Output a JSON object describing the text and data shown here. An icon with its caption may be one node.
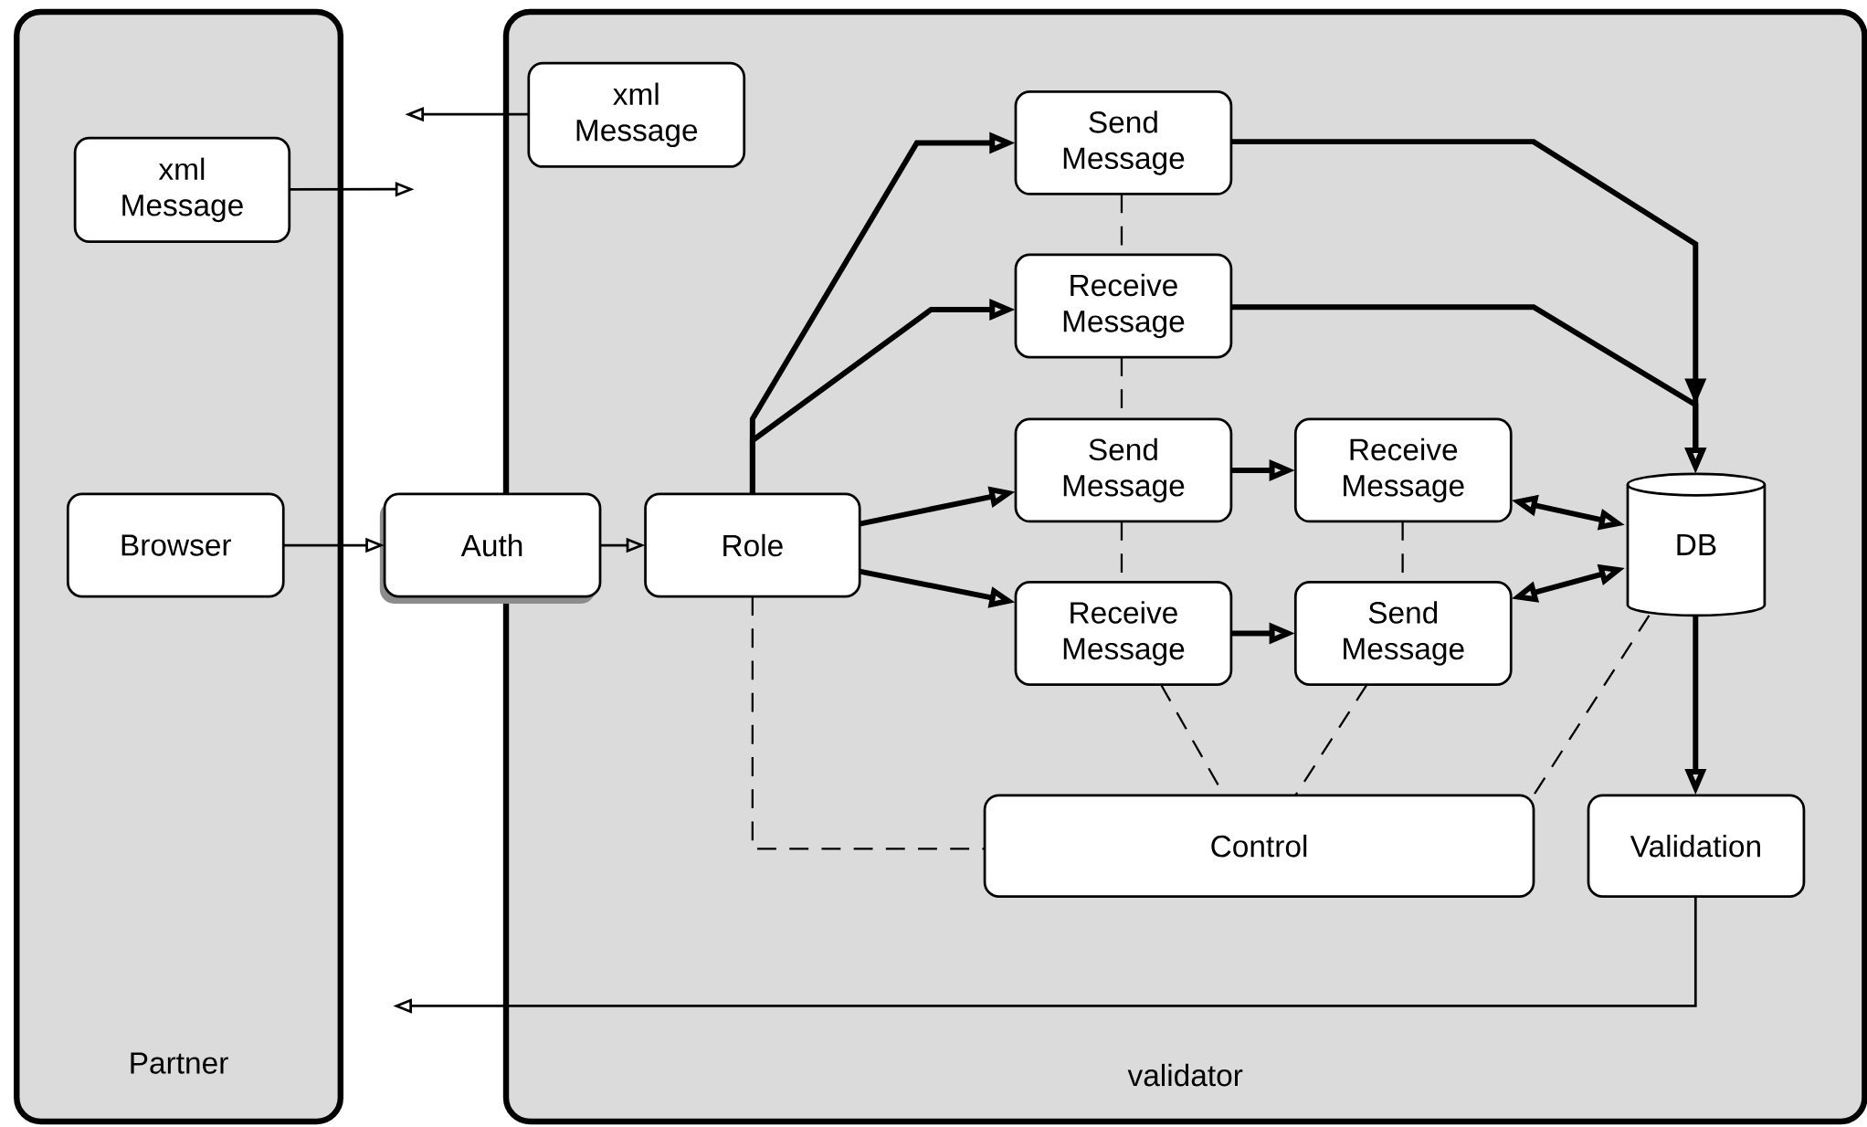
{
  "diagram": {
    "nodes": [
      {
        "text": [
          "Partner"
        ]
      },
      {
        "text": [
          "validator"
        ]
      },
      {
        "text": [
          "xml Message"
        ],
        "in": 0
      },
      {
        "text": [
          "Browser"
        ],
        "in": 0
      },
      {
        "text": [
          "xml Message"
        ],
        "in": 1
      },
      {
        "text": [
          "Auth"
        ]
      },
      {
        "text": [
          "Role"
        ],
        "in": 1
      },
      {
        "text": [
          "Send Message"
        ],
        "in": 1
      },
      {
        "text": [
          "Receive Message"
        ],
        "in": 1
      },
      {
        "text": [
          "Send Message"
        ],
        "in": 1
      },
      {
        "text": [
          "Receive Message"
        ],
        "in": 1
      },
      {
        "text": [
          "Receive Message"
        ],
        "in": 1
      },
      {
        "text": [
          "Send Message"
        ],
        "in": 1
      },
      {
        "text": [
          "DB"
        ],
        "in": 1
      },
      {
        "text": [
          "Control"
        ],
        "in": 1
      },
      {
        "text": [
          "Validation"
        ],
        "in": 1
      }
    ],
    "edges": [
      {
        "from": 2,
        "to": null,
        "arrow": "to"
      },
      {
        "from": 4,
        "to": null,
        "arrow": "to"
      },
      {
        "from": 3,
        "to": 5,
        "arrow": "to"
      },
      {
        "from": 5,
        "to": 6,
        "arrow": "to"
      },
      {
        "from": 6,
        "to": 7,
        "arrow": "to",
        "style": "thick"
      },
      {
        "from": 6,
        "to": 8,
        "arrow": "to",
        "style": "thick"
      },
      {
        "from": 6,
        "to": 9,
        "arrow": "to",
        "style": "thick"
      },
      {
        "from": 6,
        "to": 11,
        "arrow": "to",
        "style": "thick"
      },
      {
        "from": 9,
        "to": 10,
        "arrow": "to",
        "style": "thick"
      },
      {
        "from": 11,
        "to": 12,
        "arrow": "to",
        "style": "thick"
      },
      {
        "from": 10,
        "to": 13,
        "arrow": "both",
        "style": "thick"
      },
      {
        "from": 12,
        "to": 13,
        "arrow": "both",
        "style": "thick"
      },
      {
        "from": 7,
        "to": 13,
        "arrow": "to",
        "style": "thick"
      },
      {
        "from": 8,
        "to": 13,
        "arrow": "to",
        "style": "thick"
      },
      {
        "from": 13,
        "to": 15,
        "arrow": "to",
        "style": "thick"
      },
      {
        "from": 15,
        "to": null,
        "arrow": "to"
      },
      {
        "from": 7,
        "to": 8,
        "arrow": "none",
        "style": "dashed"
      },
      {
        "from": 8,
        "to": 9,
        "arrow": "none",
        "style": "dashed"
      },
      {
        "from": 9,
        "to": 11,
        "arrow": "none",
        "style": "dashed"
      },
      {
        "from": 10,
        "to": 12,
        "arrow": "none",
        "style": "dashed"
      },
      {
        "from": 11,
        "to": 14,
        "arrow": "none",
        "style": "dashed"
      },
      {
        "from": 12,
        "to": 14,
        "arrow": "none",
        "style": "dashed"
      },
      {
        "from": 13,
        "to": 14,
        "arrow": "none",
        "style": "dashed"
      },
      {
        "from": 6,
        "to": 14,
        "arrow": "none",
        "style": "dashed"
      }
    ]
  }
}
